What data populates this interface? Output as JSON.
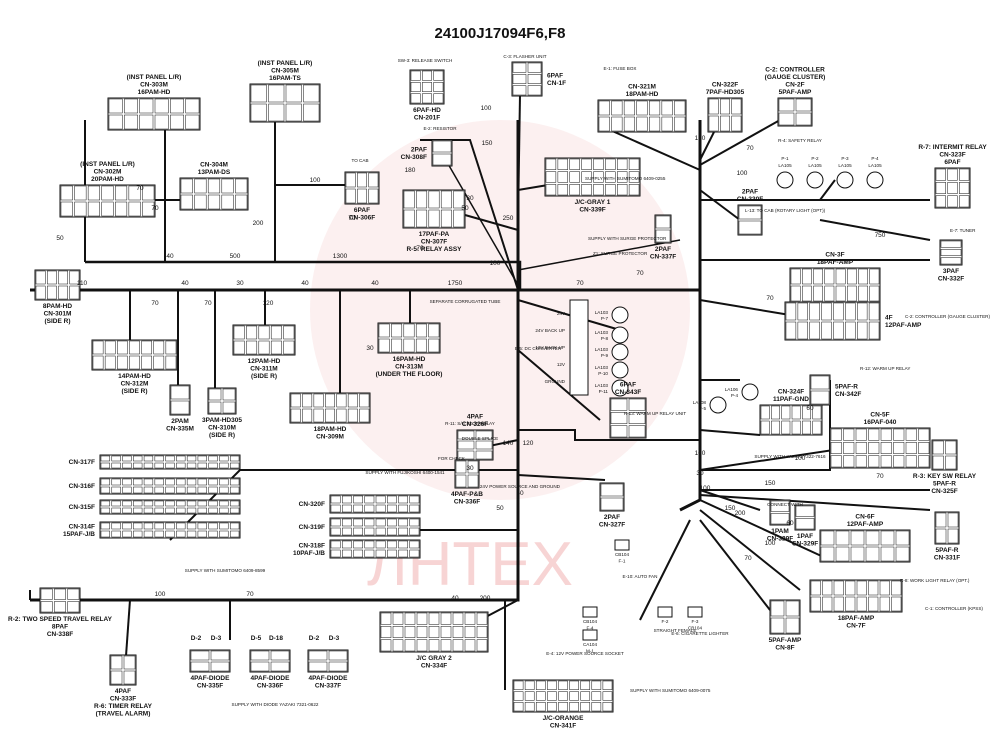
{
  "title": "24100J17094F6,F8",
  "watermark": "ЛНТЕХ",
  "colors": {
    "wire": "#111111",
    "watermark": "#d93a3a"
  },
  "connectors": [
    {
      "name": "CN-303M",
      "lines": [
        "(INST PANEL L/R)",
        "CN-303M",
        "16PAM-HD"
      ],
      "label_pos": "top"
    },
    {
      "name": "CN-305M",
      "lines": [
        "(INST PANEL L/R)",
        "CN-305M",
        "16PAM-TS"
      ],
      "label_pos": "top"
    },
    {
      "name": "CN-302M",
      "lines": [
        "(INST PANEL L/R)",
        "CN-302M",
        "20PAM-HD"
      ],
      "label_pos": "top"
    },
    {
      "name": "CN-304M",
      "lines": [
        "CN-304M",
        "13PAM-DS"
      ],
      "label_pos": "top"
    },
    {
      "name": "CN-306F",
      "lines": [
        "6PAF",
        "CN-306F"
      ],
      "label_pos": "bottom"
    },
    {
      "name": "CN-201F",
      "lines": [
        "6PAF-HD",
        "CN-201F"
      ],
      "label_pos": "bottom"
    },
    {
      "name": "CN-308F",
      "lines": [
        "2PAF",
        "CN-308F"
      ],
      "label_pos": "left"
    },
    {
      "name": "CN-1F",
      "lines": [
        "6PAF",
        "CN-1F"
      ],
      "label_pos": "right"
    },
    {
      "name": "CN-307F",
      "lines": [
        "17PAF-PA",
        "CN-307F",
        "R-5: RELAY ASSY"
      ],
      "label_pos": "bottom"
    },
    {
      "name": "CN-339F",
      "lines": [
        "J/C-GRAY 1",
        "CN-339F"
      ],
      "label_pos": "bottom"
    },
    {
      "name": "CN-337F",
      "lines": [
        "2PAF",
        "CN-337F"
      ],
      "label_pos": "bottom"
    },
    {
      "name": "CN-321M",
      "lines": [
        "CN-321M",
        "18PAM-HD"
      ],
      "label_pos": "top"
    },
    {
      "name": "CN-322F",
      "lines": [
        "CN-322F",
        "7PAF-HD305"
      ],
      "label_pos": "top"
    },
    {
      "name": "CN-2F",
      "lines": [
        "C-2: CONTROLLER",
        "(GAUGE CLUSTER)",
        "CN-2F",
        "5PAF-AMP"
      ],
      "label_pos": "top"
    },
    {
      "name": "CN-330F",
      "lines": [
        "2PAF",
        "CN-330F"
      ],
      "label_pos": "top"
    },
    {
      "name": "CN-323F",
      "lines": [
        "R-7: INTERMIT RELAY",
        "CN-323F",
        "6PAF"
      ],
      "label_pos": "top"
    },
    {
      "name": "CN-332F",
      "lines": [
        "3PAF",
        "CN-332F"
      ],
      "label_pos": "bottom"
    },
    {
      "name": "CN-3F",
      "lines": [
        "CN-3F",
        "18PAF-AMP"
      ],
      "label_pos": "top"
    },
    {
      "name": "CN-4F",
      "lines": [
        "4F",
        "12PAF-AMP"
      ],
      "label_pos": "right"
    },
    {
      "name": "CN-301M",
      "lines": [
        "8PAM-HD",
        "CN-301M",
        "(SIDE R)"
      ],
      "label_pos": "bottom"
    },
    {
      "name": "CN-312M",
      "lines": [
        "14PAM-HD",
        "CN-312M",
        "(SIDE R)"
      ],
      "label_pos": "bottom"
    },
    {
      "name": "CN-311M",
      "lines": [
        "12PAM-HD",
        "CN-311M",
        "(SIDE R)"
      ],
      "label_pos": "bottom"
    },
    {
      "name": "CN-313M",
      "lines": [
        "16PAM-HD",
        "CN-313M",
        "(UNDER THE FLOOR)"
      ],
      "label_pos": "bottom"
    },
    {
      "name": "CN-335M",
      "lines": [
        "2PAM",
        "CN-335M"
      ],
      "label_pos": "bottom"
    },
    {
      "name": "CN-310M",
      "lines": [
        "3PAM-HD305",
        "CN-310M",
        "(SIDE R)"
      ],
      "label_pos": "bottom"
    },
    {
      "name": "CN-309M",
      "lines": [
        "18PAM-HD",
        "CN-309M"
      ],
      "label_pos": "bottom"
    },
    {
      "name": "CN-326F",
      "lines": [
        "4PAF",
        "CN-326F"
      ],
      "label_pos": "top"
    },
    {
      "name": "CN-336F",
      "lines": [
        "4PAF-P&B",
        "CN-336F"
      ],
      "label_pos": "bottom"
    },
    {
      "name": "CN-343F",
      "lines": [
        "6PAF",
        "CN-343F"
      ],
      "label_pos": "top"
    },
    {
      "name": "CN-324F",
      "lines": [
        "CN-324F",
        "11PAF-GND"
      ],
      "label_pos": "top"
    },
    {
      "name": "CN-342F",
      "lines": [
        "5PAF-R",
        "CN-342F"
      ],
      "label_pos": "right"
    },
    {
      "name": "CN-5F",
      "lines": [
        "CN-5F",
        "16PAF-040"
      ],
      "label_pos": "top"
    },
    {
      "name": "CN-325F",
      "lines": [
        "R-3: KEY SW RELAY",
        "5PAF-R",
        "CN-325F"
      ],
      "label_pos": "bottom"
    },
    {
      "name": "CN-327F",
      "lines": [
        "2PAF",
        "CN-327F"
      ],
      "label_pos": "bottom"
    },
    {
      "name": "CN-329F",
      "lines": [
        "1PAM",
        "CN-329F"
      ],
      "label_pos": "bottom"
    },
    {
      "name": "CN-329F-B",
      "lines": [
        "1PAF",
        "CN-329F"
      ],
      "label_pos": "bottom"
    },
    {
      "name": "CN-6F",
      "lines": [
        "CN-6F",
        "12PAF-AMP"
      ],
      "label_pos": "top"
    },
    {
      "name": "CN-331F",
      "lines": [
        "5PAF-R",
        "CN-331F"
      ],
      "label_pos": "bottom"
    },
    {
      "name": "CN-7F",
      "lines": [
        "18PAF-AMP",
        "CN-7F"
      ],
      "label_pos": "bottom"
    },
    {
      "name": "CN-8F",
      "lines": [
        "5PAF-AMP",
        "CN-8F"
      ],
      "label_pos": "bottom"
    },
    {
      "name": "CN-317F",
      "lines": [
        "CN-317F"
      ],
      "label_pos": "left"
    },
    {
      "name": "CN-316F",
      "lines": [
        "CN-316F"
      ],
      "label_pos": "left"
    },
    {
      "name": "CN-315F",
      "lines": [
        "CN-315F"
      ],
      "label_pos": "left"
    },
    {
      "name": "CN-314F",
      "lines": [
        "CN-314F",
        "15PAF-J/B"
      ],
      "label_pos": "left"
    },
    {
      "name": "CN-320F",
      "lines": [
        "CN-320F"
      ],
      "label_pos": "left"
    },
    {
      "name": "CN-319F",
      "lines": [
        "CN-319F"
      ],
      "label_pos": "left"
    },
    {
      "name": "CN-318F",
      "lines": [
        "CN-318F",
        "10PAF-J/B"
      ],
      "label_pos": "left"
    },
    {
      "name": "CN-338F",
      "lines": [
        "R-2: TWO SPEED TRAVEL RELAY",
        "8PAF",
        "CN-338F"
      ],
      "label_pos": "bottom"
    },
    {
      "name": "CN-333F",
      "lines": [
        "4PAF",
        "CN-333F",
        "R-6: TIMER RELAY",
        "(TRAVEL ALARM)"
      ],
      "label_pos": "bottom"
    },
    {
      "name": "CN-335F",
      "lines": [
        "4PAF-DIODE",
        "CN-335F"
      ],
      "label_pos": "bottom"
    },
    {
      "name": "CN-336F-D",
      "lines": [
        "4PAF-DIODE",
        "CN-336F"
      ],
      "label_pos": "bottom"
    },
    {
      "name": "CN-337F-D",
      "lines": [
        "4PAF-DIODE",
        "CN-337F"
      ],
      "label_pos": "bottom"
    },
    {
      "name": "CN-334F",
      "lines": [
        "J/C GRAY 2",
        "CN-334F"
      ],
      "label_pos": "bottom"
    },
    {
      "name": "CN-341F",
      "lines": [
        "J/C-ORANGE",
        "CN-341F"
      ],
      "label_pos": "bottom"
    }
  ],
  "notes": [
    "SW-3: RELEASE SWITCH",
    "C-3: FLASHER UNIT",
    "E-2: RESISTOR",
    "TO CAB",
    "SUPPLY WITH SUMITOMO 6409-0255",
    "E-1: FUSE BOX",
    "R-4: SAFETY RELAY",
    "L-13: TO CAB (ROTARY LIGHT (OPT))",
    "E-7: TUNER",
    "C-2: CONTROLLER (GAUGE CLUSTER)",
    "SEPARATE CORRUGATED TUBE",
    "E-5: DC CONVERTER",
    "Z1: SURGE PROTECTOR",
    "SUPPLY WITH SURGE PROTECTOR",
    "DOUBLE SPLICE",
    "R-11: S/G STOP RELAY",
    "R-13: WARM UP RELAY UNIT",
    "FOR CHECK",
    "24V POWER SOURCE AND GROUND",
    "SUPPLY WITH FUJIKOSHI 6400-1541",
    "SUPPLY WITH SUMITOMO 6409-8599",
    "SUPPLY WITH DIODE YAZAKI 7321-0622",
    "E-10: AUTO FAN",
    "E-4: 12V POWER SOURCE SOCKET",
    "E-6: CIGARETTE LIGHTER",
    "CONNECT WITH",
    "SUPPLY WITH YAZAKI 7322-7616",
    "R-8: WORK LIGHT RELAY (OPT.)",
    "C-1: CONTROLLER (KPSS)",
    "SUPPLY WITH SUMITOMO 6409-0075",
    "STRAIGHT FEMALE",
    "R-12: WARM UP RELAY"
  ],
  "lamps": [
    {
      "id": "P-1",
      "code": "LA105"
    },
    {
      "id": "P-2",
      "code": "LA105"
    },
    {
      "id": "P-3",
      "code": "LA105"
    },
    {
      "id": "P-4",
      "code": "LA105"
    },
    {
      "id": "P-7",
      "code": "LA103"
    },
    {
      "id": "P-8",
      "code": "LA103"
    },
    {
      "id": "P-9",
      "code": "LA103"
    },
    {
      "id": "P-10",
      "code": "LA103"
    },
    {
      "id": "P-11",
      "code": "LA103"
    },
    {
      "id": "P-4",
      "code": "LA106"
    },
    {
      "id": "P-5",
      "code": "LA308"
    }
  ],
  "converter_taps": [
    "24V",
    "24V BACK UP",
    "12V BACK UP",
    "12V",
    "GROUND"
  ],
  "small_parts": [
    {
      "lines": [
        "CB104",
        "F-1"
      ]
    },
    {
      "lines": [
        "CB104",
        "F-4"
      ]
    },
    {
      "lines": [
        "CA104",
        "M-1"
      ]
    },
    {
      "lines": [
        "F-2"
      ]
    },
    {
      "lines": [
        "F-3",
        "CB104"
      ]
    }
  ],
  "diode_labels": [
    "D-2",
    "D-3",
    "D-5",
    "D-18",
    "D-2",
    "D-3"
  ],
  "wire_lengths": [
    "40",
    "500",
    "1300",
    "200",
    "100",
    "110",
    "40",
    "30",
    "40",
    "40",
    "1750",
    "70",
    "70",
    "70",
    "70",
    "70",
    "120",
    "50",
    "70",
    "30",
    "120",
    "50",
    "30",
    "180",
    "50",
    "100",
    "150",
    "250",
    "140",
    "100",
    "70",
    "70",
    "100",
    "150",
    "750",
    "70",
    "60",
    "100",
    "100",
    "70",
    "150",
    "200",
    "60",
    "100",
    "70",
    "30",
    "150",
    "100",
    "100",
    "70",
    "50",
    "70",
    "30",
    "40",
    "200"
  ]
}
